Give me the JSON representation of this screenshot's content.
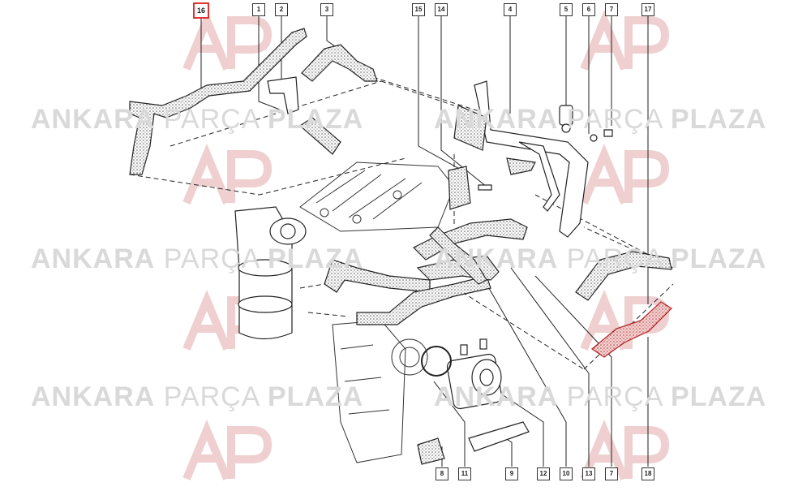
{
  "watermark": {
    "part1": "ANKARA",
    "part2": "PARÇA",
    "part3": "PLAZA",
    "logo_color": "#e8b0b0",
    "text_color": "#d9d9d9"
  },
  "callouts": {
    "top": [
      "16",
      "1",
      "2",
      "3",
      "15",
      "14",
      "4",
      "5",
      "6",
      "7",
      "17"
    ],
    "bottom": [
      "8",
      "11",
      "9",
      "12",
      "10",
      "13",
      "7",
      "18"
    ]
  },
  "highlight": {
    "label": "16",
    "color": "#e0322f"
  }
}
